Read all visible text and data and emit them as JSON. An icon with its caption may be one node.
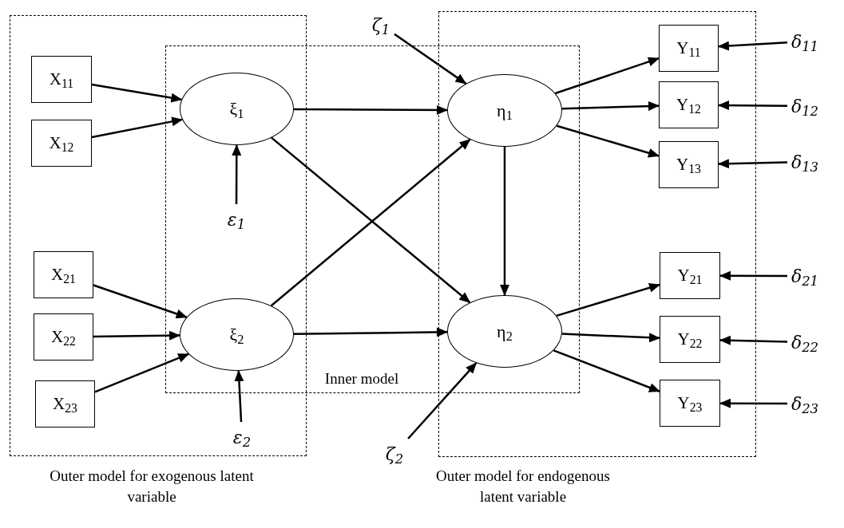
{
  "diagram": {
    "nodes": [
      {
        "text": [
          "X$_{11}$"
        ]
      },
      {
        "text": [
          "X$_{12}$"
        ]
      },
      {
        "text": [
          "X$_{21}$"
        ]
      },
      {
        "text": [
          "X$_{22}$"
        ]
      },
      {
        "text": [
          "X$_{23}$"
        ]
      },
      {
        "text": [
          "ξ$_{1}$"
        ]
      },
      {
        "text": [
          "ξ$_{2}$"
        ]
      },
      {
        "text": [
          "η$_{1}$"
        ]
      },
      {
        "text": [
          "η$_{2}$"
        ]
      },
      {
        "text": [
          "Y$_{11}$"
        ]
      },
      {
        "text": [
          "Y$_{12}$"
        ]
      },
      {
        "text": [
          "Y$_{13}$"
        ]
      },
      {
        "text": [
          "Y$_{21}$"
        ]
      },
      {
        "text": [
          "Y$_{22}$"
        ]
      },
      {
        "text": [
          "Y$_{23}$"
        ]
      },
      {
        "text": [
          "ε$_{1}$"
        ]
      },
      {
        "text": [
          "ε$_{2}$"
        ]
      },
      {
        "text": [
          "ζ$_{1}$"
        ]
      },
      {
        "text": [
          "ζ$_{2}$"
        ]
      },
      {
        "text": [
          "δ$_{11}$"
        ]
      },
      {
        "text": [
          "δ$_{12}$"
        ]
      },
      {
        "text": [
          "δ$_{13}$"
        ]
      },
      {
        "text": [
          "δ$_{21}$"
        ]
      },
      {
        "text": [
          "δ$_{22}$"
        ]
      },
      {
        "text": [
          "δ$_{23}$"
        ]
      }
    ],
    "edges": [
      {
        "from": 0,
        "to": 5,
        "arrow": "to"
      },
      {
        "from": 1,
        "to": 5,
        "arrow": "to"
      },
      {
        "from": 2,
        "to": 6,
        "arrow": "to"
      },
      {
        "from": 3,
        "to": 6,
        "arrow": "to"
      },
      {
        "from": 4,
        "to": 6,
        "arrow": "to"
      },
      {
        "from": 15,
        "to": 5,
        "arrow": "to"
      },
      {
        "from": 16,
        "to": 6,
        "arrow": "to"
      },
      {
        "from": 5,
        "to": 7,
        "arrow": "to"
      },
      {
        "from": 5,
        "to": 8,
        "arrow": "to"
      },
      {
        "from": 6,
        "to": 7,
        "arrow": "to"
      },
      {
        "from": 6,
        "to": 8,
        "arrow": "to"
      },
      {
        "from": 17,
        "to": 7,
        "arrow": "to"
      },
      {
        "from": 18,
        "to": 8,
        "arrow": "to"
      },
      {
        "from": 7,
        "to": 8,
        "arrow": "to"
      },
      {
        "from": 7,
        "to": 9,
        "arrow": "to"
      },
      {
        "from": 7,
        "to": 10,
        "arrow": "to"
      },
      {
        "from": 7,
        "to": 11,
        "arrow": "to"
      },
      {
        "from": 8,
        "to": 12,
        "arrow": "to"
      },
      {
        "from": 8,
        "to": 13,
        "arrow": "to"
      },
      {
        "from": 8,
        "to": 14,
        "arrow": "to"
      },
      {
        "from": 19,
        "to": 9,
        "arrow": "to"
      },
      {
        "from": 20,
        "to": 10,
        "arrow": "to"
      },
      {
        "from": 21,
        "to": 11,
        "arrow": "to"
      },
      {
        "from": 22,
        "to": 12,
        "arrow": "to"
      },
      {
        "from": 23,
        "to": 13,
        "arrow": "to"
      },
      {
        "from": 24,
        "to": 14,
        "arrow": "to"
      }
    ],
    "labels": [
      "Inner model",
      "Outer model for exogenous latent variable",
      "Outer model for endogenous latent variable"
    ]
  }
}
